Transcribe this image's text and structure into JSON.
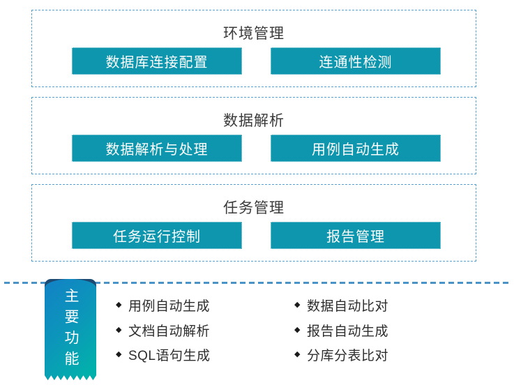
{
  "palette": {
    "pill_teal": "#0d96ad",
    "box_border_blue": "#55a0d2",
    "separator_blue": "#4a93c7",
    "title_color": "#3b3b3b",
    "bullet_text_color": "#2d2d2d",
    "ribbon_gradient_start": "#1281c6",
    "ribbon_gradient_end": "#02b0ab",
    "ribbon_back_navy": "#1c4a73",
    "pill_text": "#ffffff"
  },
  "groups": [
    {
      "title": "环境管理",
      "buttons": [
        "数据库连接配置",
        "连通性检测"
      ]
    },
    {
      "title": "数据解析",
      "buttons": [
        "数据解析与处理",
        "用例自动生成"
      ]
    },
    {
      "title": "任务管理",
      "buttons": [
        "任务运行控制",
        "报告管理"
      ]
    }
  ],
  "features": {
    "ribbon_label": "主要功能",
    "bullet_icon": "◆",
    "columns": [
      [
        "用例自动生成",
        "文档自动解析",
        "SQL语句生成"
      ],
      [
        "数据自动比对",
        "报告自动生成",
        "分库分表比对"
      ]
    ]
  }
}
